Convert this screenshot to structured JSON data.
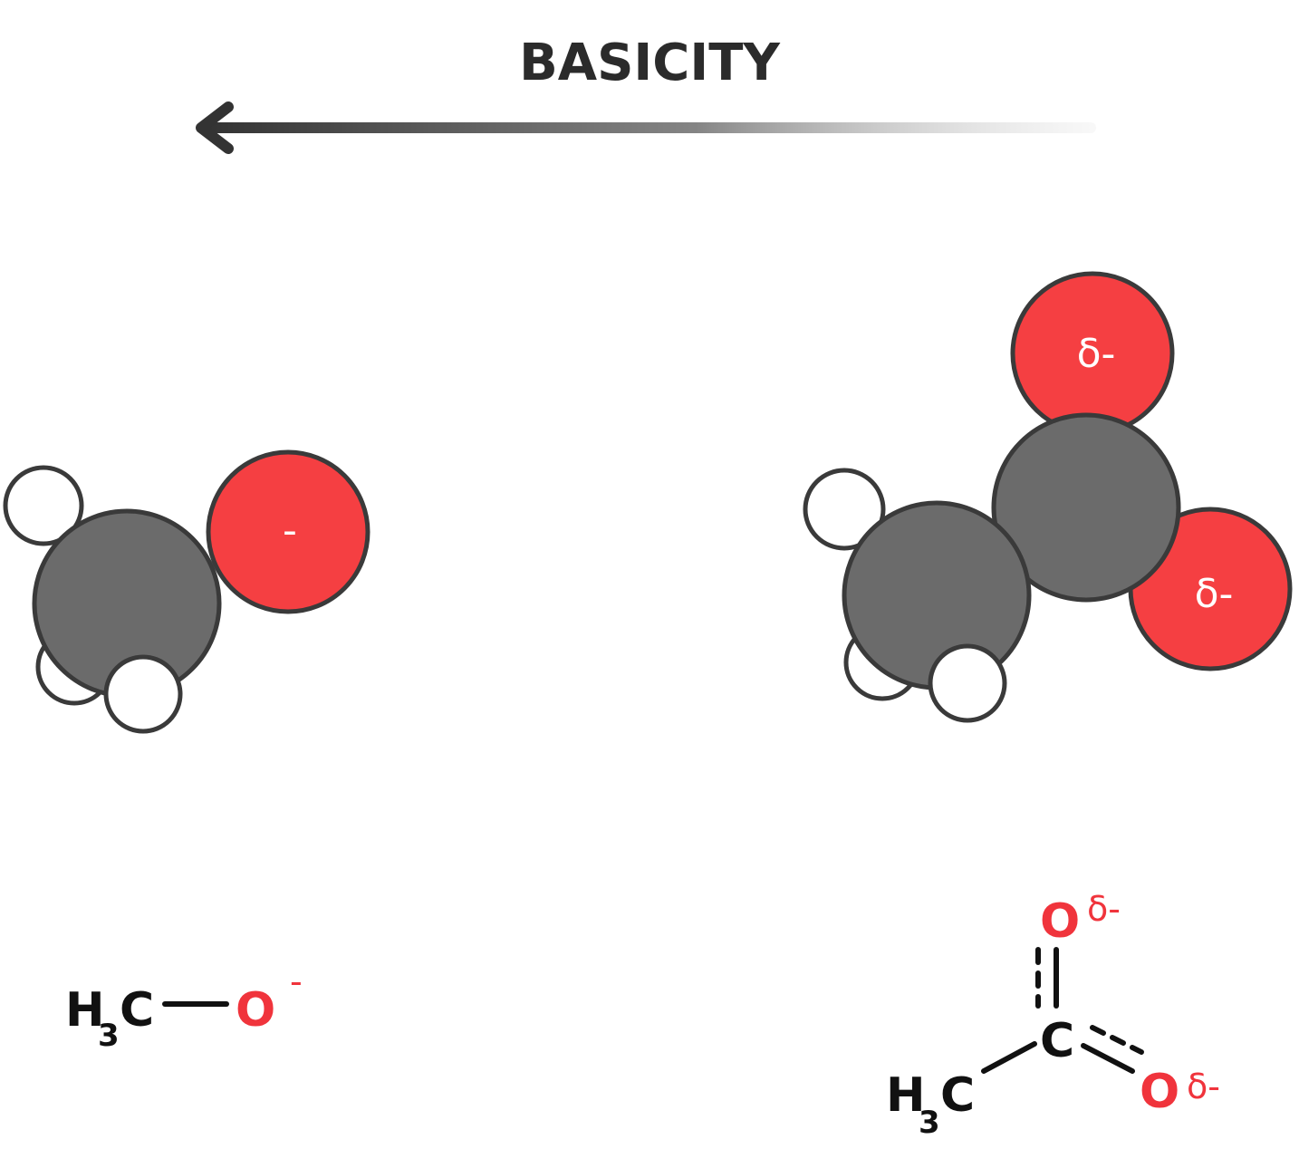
{
  "header": {
    "title": "BASICITY"
  },
  "colors": {
    "oxygen": "#f53f42",
    "carbon": "#6b6b6b",
    "hydrogen": "#ffffff",
    "outline": "#3a3a3a",
    "arrow": "#333333",
    "label_red": "#f0343c",
    "label_black": "#111111"
  },
  "methoxide": {
    "model": {
      "oxygen_charge": "-"
    },
    "structure": {
      "h": "H",
      "h_subscript": "3",
      "c": "C",
      "o": "O",
      "charge": "-"
    }
  },
  "acetate": {
    "model": {
      "oxygen_top_charge": "δ-",
      "oxygen_right_charge": "δ-"
    },
    "structure": {
      "h": "H",
      "h_subscript": "3",
      "c_methyl": "C",
      "c_carbonyl": "C",
      "o_top": "O",
      "o_top_charge": "δ-",
      "o_right": "O",
      "o_right_charge": "δ-"
    }
  }
}
